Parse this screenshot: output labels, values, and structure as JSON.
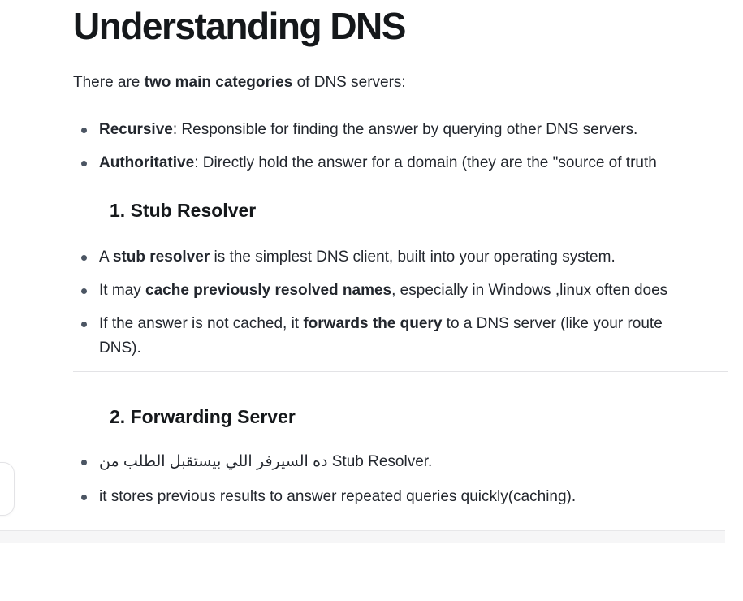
{
  "page": {
    "title": "Understanding DNS"
  },
  "intro": {
    "segments": [
      {
        "t": "There are "
      },
      {
        "t": "two main categories",
        "b": true
      },
      {
        "t": " of DNS servers:"
      }
    ]
  },
  "category_list": {
    "items": [
      {
        "lines": [
          [
            {
              "t": "Recursive",
              "b": true
            },
            {
              "t": ": Responsible for finding the answer by querying other DNS servers."
            }
          ]
        ]
      },
      {
        "lines": [
          [
            {
              "t": "Authoritative",
              "b": true
            },
            {
              "t": ": Directly hold the answer for a domain (they are the \"source of truth"
            }
          ]
        ]
      }
    ]
  },
  "section1": {
    "heading": "1. Stub Resolver",
    "items": [
      {
        "lines": [
          [
            {
              "t": "A "
            },
            {
              "t": "stub resolver",
              "b": true
            },
            {
              "t": " is the simplest DNS client, built into your operating system."
            }
          ]
        ]
      },
      {
        "lines": [
          [
            {
              "t": "It may "
            },
            {
              "t": "cache previously resolved names",
              "b": true
            },
            {
              "t": ", especially in Windows  ,linux often does"
            }
          ]
        ]
      },
      {
        "lines": [
          [
            {
              "t": "If the answer is not cached, it "
            },
            {
              "t": "forwards the query",
              "b": true
            },
            {
              "t": " to a DNS server (like your route"
            }
          ],
          [
            {
              "t": "DNS)."
            }
          ]
        ]
      }
    ]
  },
  "section2": {
    "heading": "2. Forwarding Server",
    "items": [
      {
        "lines": [
          [
            {
              "t": "ده السيرفر اللي بيستقبل الطلب من Stub Resolver."
            }
          ]
        ]
      },
      {
        "lines": [
          [
            {
              "t": "it stores previous results to answer repeated queries quickly(caching)."
            }
          ]
        ]
      }
    ]
  },
  "colors": {
    "text": "#23272e",
    "heading": "#15181b",
    "bullet_dot": "#4b5563",
    "divider": "#e3e3e6",
    "bottom_band_bg": "#f6f6f7"
  }
}
